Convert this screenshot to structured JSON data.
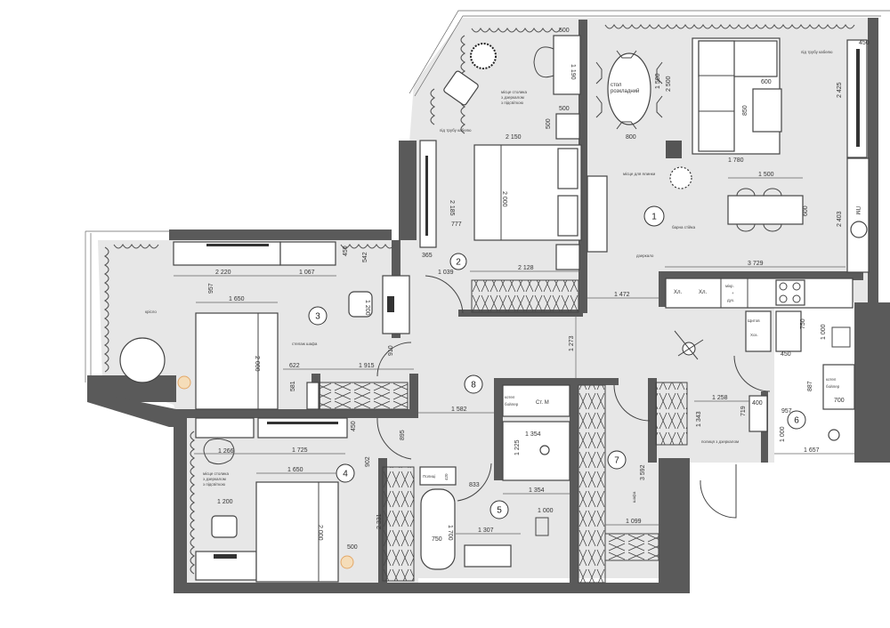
{
  "plan": {
    "type": "apartment-floor-plan",
    "colors": {
      "wall": "#5a5a5a",
      "floor": "#e7e7e7",
      "furniture": "#ffffff",
      "lamp": "#f2c48b"
    }
  },
  "rooms": [
    {
      "number": "1",
      "name": "living-kitchen"
    },
    {
      "number": "2",
      "name": "bedroom"
    },
    {
      "number": "3",
      "name": "bedroom-study"
    },
    {
      "number": "4",
      "name": "bedroom"
    },
    {
      "number": "5",
      "name": "bathroom"
    },
    {
      "number": "6",
      "name": "wc-laundry"
    },
    {
      "number": "7",
      "name": "wardrobe"
    },
    {
      "number": "8",
      "name": "hall"
    }
  ],
  "labels": {
    "dining_table": [
      "стол",
      "розкладний"
    ],
    "bar_table": "барна стійка",
    "plant_note": "місце для ялинки",
    "mirror_note": "дзеркало",
    "tv_pipe_a": "під трубу кабелю",
    "tv_pipe_b": "під трубу кабелю",
    "desk_note_a": [
      "місце столика",
      "з дзеркалом",
      "з підсвіткою"
    ],
    "desk_note_b": [
      "місце столика",
      "з дзеркалом",
      "з підсвіткою"
    ],
    "armchair_note": "крісло",
    "wardrobe_note": "стелаж шафа",
    "bench_note": "полиця з дзеркалом",
    "tall_unit_note": "колона",
    "fridge_1": "Хл.",
    "fridge_2": "Хл.",
    "micro_oven": [
      "мікр.",
      "+",
      "дух."
    ],
    "dishwasher": "ПМ",
    "panel": "Щитов",
    "panel_2": "Хоз.",
    "boiler_1": [
      "котел",
      "бойлер"
    ],
    "washer": "Ст. М",
    "boiler_2": [
      "котел",
      "бойлер"
    ],
    "shelves": "Полиці",
    "wardrobe7_note": "шафа"
  },
  "dimensions": {
    "r1_tv_unit_w": "450",
    "r1_tv_h": "2 425",
    "r1_dining_len": "1 500",
    "r1_dining_w": "800",
    "r1_dining_depth": "2 500",
    "r1_coffee_w": "600",
    "r1_coffee_h": "850",
    "r1_sofa": "1 780",
    "r1_bar_len": "1 500",
    "r1_bar_w": "600",
    "r1_kitchen_h": "2 403",
    "r1_width": "3 729",
    "r1_hall": "1 472",
    "r2_top": "2 150",
    "r2_nightstand": "500",
    "r2_nightstand_h": "500",
    "r2_desk_h": "1 190",
    "r2_bed_l": "2 000",
    "r2_side": "2 185",
    "r2_gap": "777",
    "r2_small": "365",
    "r2_a": "1 039",
    "r2_b": "2 128",
    "r3_a": "2 220",
    "r3_b": "1 067",
    "r3_c": "450",
    "r3_d": "542",
    "r3_e": "957",
    "r3_bed_w": "1 650",
    "r3_bed_l": "2 000",
    "r3_chair": "1 200",
    "r3_f": "622",
    "r3_g": "1 915",
    "r3_door": "910",
    "r3_h": "581",
    "r4_a": "1 266",
    "r4_b": "1 725",
    "r4_c": "450",
    "r4_d": "902",
    "r4_bed_w": "1 650",
    "r4_bed_l": "2 000",
    "r4_e": "1 200",
    "r4_ns": "500",
    "r4_f": "2 331",
    "r4_door": "895",
    "r8_a": "1 582",
    "r8_b": "1 273",
    "r5_a": "1 354",
    "r5_b": "1 225",
    "r5_c": "833",
    "r5_d": "1 354",
    "r5_e": "1 000",
    "r5_f": "1 307",
    "r5_g": "750",
    "r5_h": "1 700",
    "r5_i": "420",
    "r7_a": "3 592",
    "r7_b": "1 099",
    "r6_a": "1 258",
    "r6_b": "1 343",
    "r6_c": "719",
    "r6_d": "400",
    "r6_e": "957",
    "r6_f": "1 000",
    "r6_g": "1 657",
    "r6_h": "887",
    "r6_i": "700",
    "r6_j": "750",
    "r6_k": "450",
    "r6_l": "1 000"
  }
}
